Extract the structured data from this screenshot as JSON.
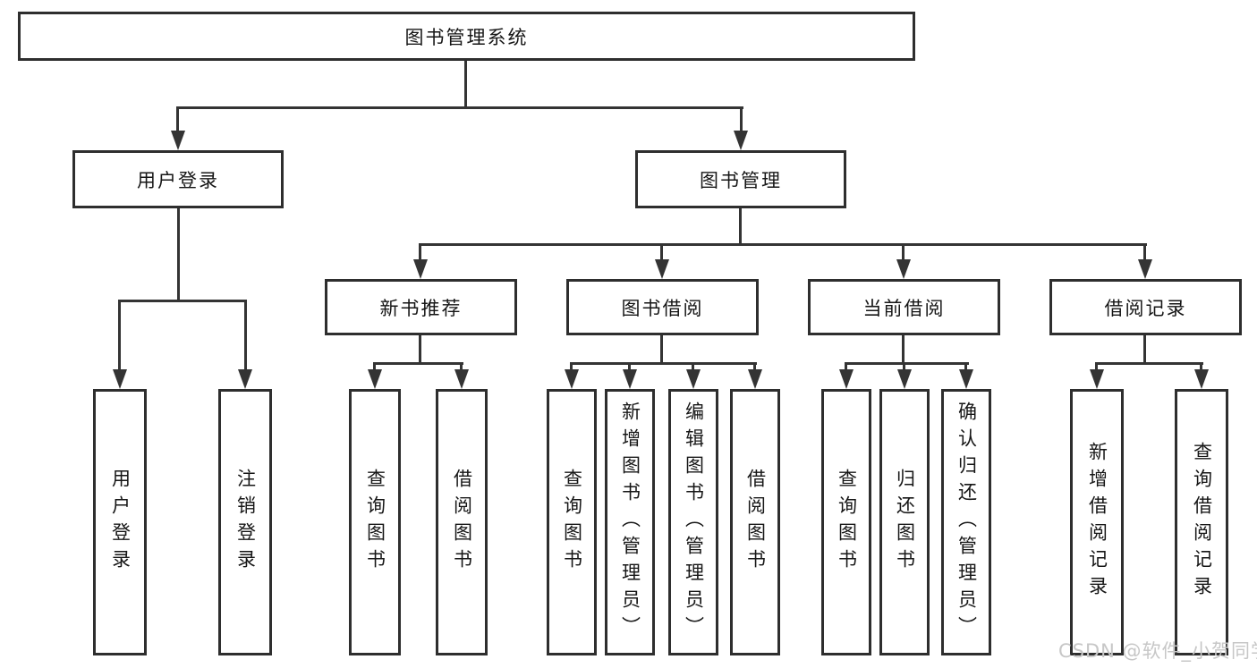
{
  "nodes": {
    "root": "图书管理系统",
    "user_login": "用户登录",
    "book_mgmt": "图书管理",
    "new_books": "新书推荐",
    "book_borrow": "图书借阅",
    "current_borrow": "当前借阅",
    "borrow_records": "借阅记录",
    "leaf_user_login": "用户登录",
    "leaf_logout": "注销登录",
    "leaf_nb_query": "查询图书",
    "leaf_nb_borrow": "借阅图书",
    "leaf_bb_query": "查询图书",
    "leaf_bb_add": "新增图书（管理员）",
    "leaf_bb_edit": "编辑图书（管理员）",
    "leaf_bb_borrow": "借阅图书",
    "leaf_cb_query": "查询图书",
    "leaf_cb_return": "归还图书",
    "leaf_cb_confirm": "确认归还（管理员）",
    "leaf_br_add": "新增借阅记录",
    "leaf_br_query": "查询借阅记录"
  },
  "watermark": "CSDN @软件_小贺同学",
  "colors": {
    "border": "#2e2e2e",
    "line": "#343434",
    "text": "#161616",
    "watermark": "#c7c7c7",
    "background": "#ffffff"
  }
}
